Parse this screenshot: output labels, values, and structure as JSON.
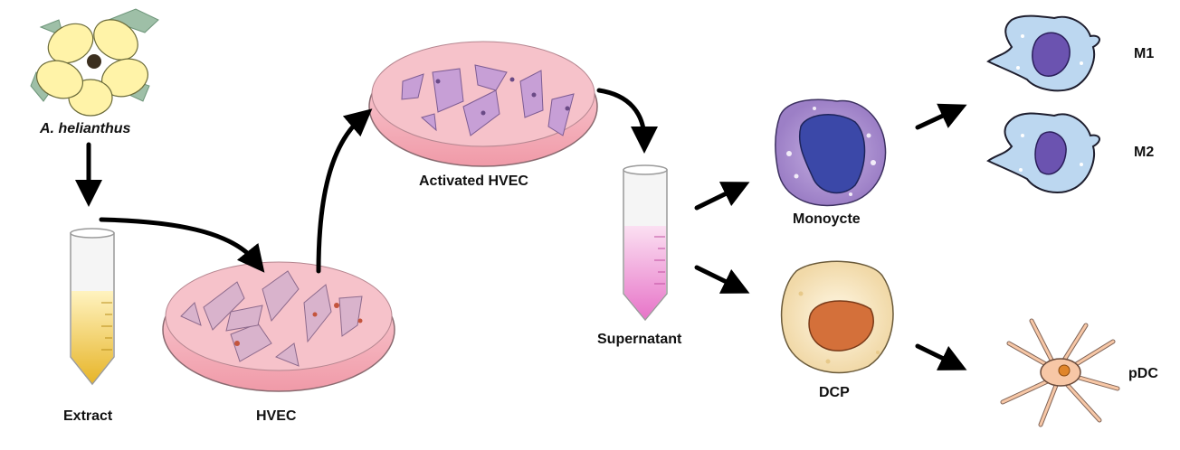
{
  "labels": {
    "plant": "A. helianthus",
    "extract": "Extract",
    "hvec": "HVEC",
    "activated_hvec": "Activated HVEC",
    "supernatant": "Supernatant",
    "monocyte": "Monoycte",
    "dcp": "DCP",
    "m1": "M1",
    "m2": "M2",
    "pdc": "pDC"
  },
  "colors": {
    "arrow": "#000000",
    "dish_fill": "#f2a9b4",
    "hvec_cell": "#d9b3cc",
    "activated_cell": "#c79fd6",
    "extract_liquid": "#f0d37a",
    "supernatant_liquid": "#f3a6dc",
    "monocyte_nucleus": "#3b48a8",
    "monocyte_cytoplasm": "#b79ad6",
    "macrophage_body": "#bcd7f0",
    "macrophage_nucleus": "#6b53b0",
    "dcp_body": "#f7e6bf",
    "dcp_nucleus": "#d4703a",
    "pdc_body": "#f7c7a6",
    "flower_petal": "#fff3a8",
    "flower_leaf": "#8fb59a"
  }
}
